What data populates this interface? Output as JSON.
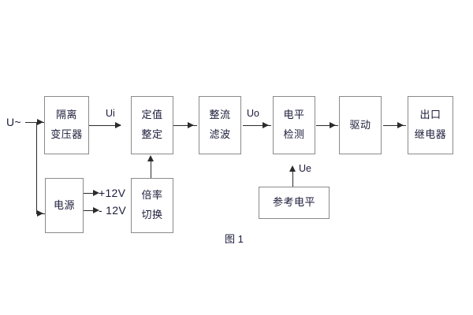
{
  "figure": {
    "caption": "图 1",
    "blocks": [
      {
        "id": "isolation-transformer",
        "lines": [
          "隔离",
          "变压器"
        ]
      },
      {
        "id": "setting-value",
        "lines": [
          "定值",
          "整定"
        ]
      },
      {
        "id": "rectify-filter",
        "lines": [
          "整流",
          "滤波"
        ]
      },
      {
        "id": "level-detection",
        "lines": [
          "电平",
          "检测"
        ]
      },
      {
        "id": "drive",
        "lines": [
          "驱动"
        ]
      },
      {
        "id": "output-relay",
        "lines": [
          "出口",
          "继电器"
        ]
      },
      {
        "id": "power-supply",
        "lines": [
          "电源"
        ]
      },
      {
        "id": "multiplier-switch",
        "lines": [
          "倍率",
          "切换"
        ]
      },
      {
        "id": "reference-level",
        "lines": [
          "参考电平"
        ]
      }
    ],
    "labels": {
      "input_source": "U~",
      "signal_ui": "Ui",
      "signal_uo": "Uo",
      "signal_ue": "Ue",
      "rail_positive": "+12V",
      "rail_negative": "- 12V"
    },
    "colors": {
      "box_border": "#8a8a8a",
      "line": "#2b2b2b",
      "text": "#1b1b3a",
      "background": "#ffffff"
    }
  }
}
